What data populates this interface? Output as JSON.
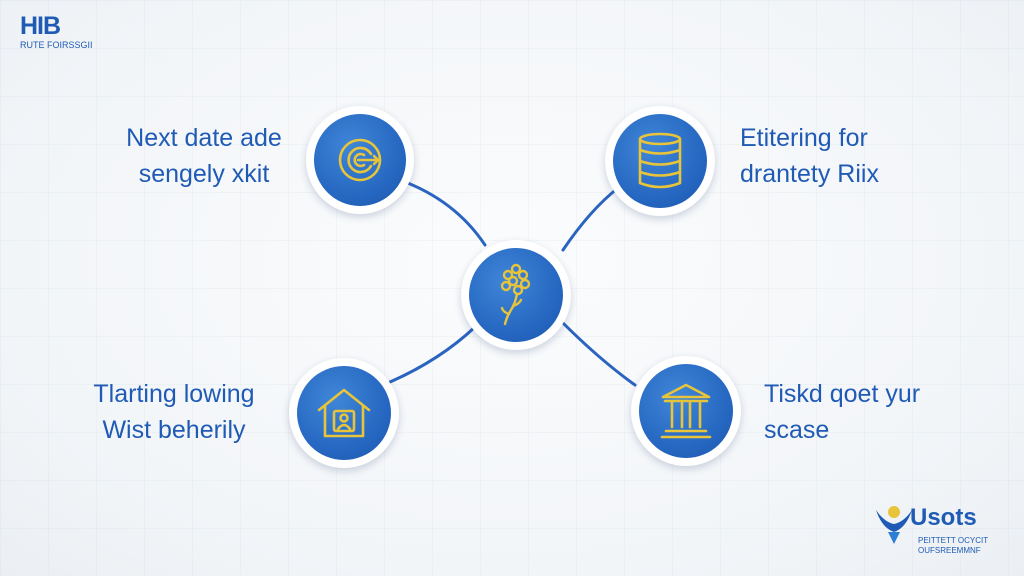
{
  "brand_top": {
    "mark": "HIB",
    "subtitle": "RUTE FOIRSSGII"
  },
  "labels": {
    "top_left": [
      "Next date ade",
      "sengely xkit"
    ],
    "top_right": [
      "Etitering for",
      "drantety Riix"
    ],
    "bottom_left": [
      "Tlarting lowing",
      "Wist beherily"
    ],
    "bottom_right": [
      "Tiskd qoet yur",
      "scase"
    ]
  },
  "nodes": [
    {
      "id": "center",
      "icon": "plant-bulb-icon"
    },
    {
      "id": "top_left",
      "icon": "target-icon"
    },
    {
      "id": "top_right",
      "icon": "database-icon"
    },
    {
      "id": "bottom_left",
      "icon": "house-icon"
    },
    {
      "id": "bottom_right",
      "icon": "pillar-building-icon"
    }
  ],
  "brand_bottom": {
    "name": "Usots",
    "tagline1": "PEITTETT OCYCIT",
    "tagline2": "OUFSREEMMNF"
  },
  "colors": {
    "primary_blue": "#2566c0",
    "icon_gold": "#e7c43a",
    "text_blue": "#1f5bb5",
    "connector": "#2a64c0"
  }
}
